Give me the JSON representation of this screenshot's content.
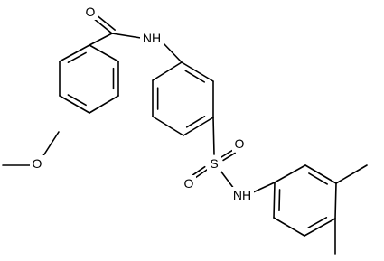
{
  "atoms": {
    "carbonyl_oxygen": "O",
    "amide_nitrogen": "NH",
    "methoxy_oxygen": "O",
    "sulfonyl_sulfur": "S",
    "sulfonyl_oxygen_upper": "O",
    "sulfonyl_oxygen_lower": "O",
    "sulfonamide_nitrogen": "NH"
  },
  "colors": {
    "bond": "#000000",
    "background": "#ffffff"
  }
}
